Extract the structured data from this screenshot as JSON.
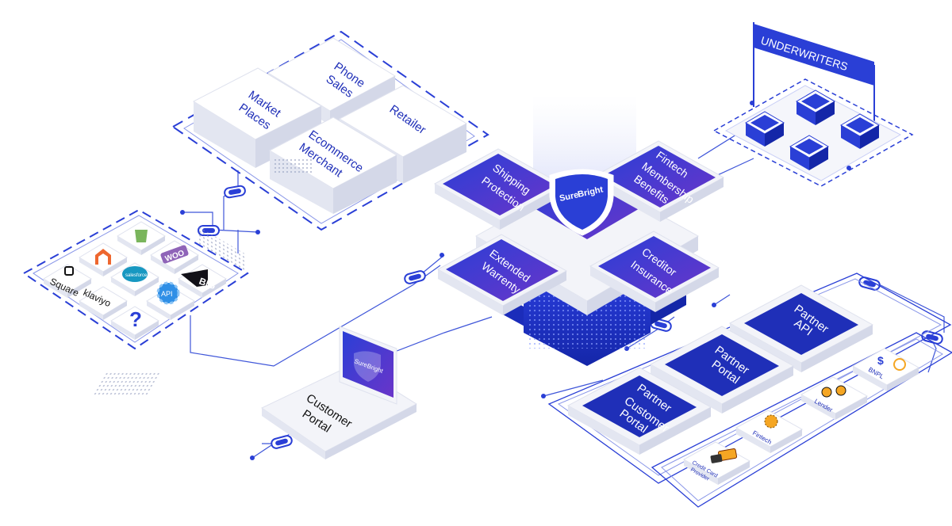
{
  "channels": {
    "phone_sales": [
      "Phone",
      "Sales"
    ],
    "market_places": [
      "Market",
      "Places"
    ],
    "retailer": [
      "Retailer"
    ],
    "ecommerce_merchant": [
      "Ecommerce",
      "Merchant"
    ]
  },
  "integrations": {
    "square": "Square",
    "klaviyo": "klaviyo",
    "woo": "WOO",
    "big": "BIG",
    "api": "API",
    "salesforce": "salesforce",
    "unknown": "?"
  },
  "products": {
    "shipping_protection": [
      "Shipping",
      "Protection"
    ],
    "fintech_membership": [
      "Fintech",
      "Membership",
      "Benefits"
    ],
    "extended_warranty": [
      "Extended",
      "Warrenty"
    ],
    "creditor_insurance": [
      "Creditor",
      "Insurance"
    ]
  },
  "brand": {
    "name_sure": "Sure",
    "name_bright": "Bright"
  },
  "underwriters": {
    "banner": "UNDERWRITERS"
  },
  "customer_portal": [
    "Customer",
    "Portal"
  ],
  "partner_tiles": {
    "api": [
      "Partner",
      "API"
    ],
    "portal": [
      "Partner",
      "Portal"
    ],
    "customer_portal": [
      "Partner",
      "Customer",
      "Portal"
    ]
  },
  "partner_types": {
    "bnpl": "BNPL",
    "lender": "Lender",
    "fintech": "Fintech",
    "credit_card": [
      "Credit Card",
      "Provider"
    ]
  },
  "colors": {
    "primary": "#2a3fd6",
    "dark_blue": "#1f2fb8",
    "purple": "#6a35c9",
    "line": "#3f56d9",
    "tile_gray": "#eef0f6"
  }
}
